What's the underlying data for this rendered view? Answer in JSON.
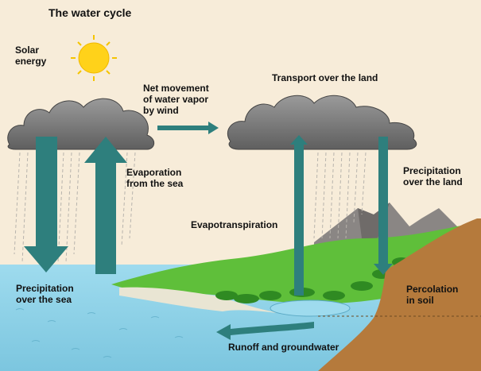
{
  "title": "The water cycle",
  "labels": {
    "solar_energy": [
      "Solar",
      "energy"
    ],
    "net_movement": [
      "Net movement",
      "of water vapor",
      "by wind"
    ],
    "transport_land": "Transport over the land",
    "evaporation_sea": [
      "Evaporation",
      "from the sea"
    ],
    "precip_land": [
      "Precipitation",
      "over the land"
    ],
    "evapotranspiration": "Evapotranspiration",
    "precip_sea": [
      "Precipitation",
      "over the sea"
    ],
    "percolation": [
      "Percolation",
      "in soil"
    ],
    "runoff": "Runoff and groundwater"
  },
  "colors": {
    "background": "#f7ecd9",
    "sea": "#8fd3e8",
    "arrow": "#2e7f7d",
    "cloud": "#7f7f7f",
    "grass": "#5fbf3a",
    "soil": "#b57a3c",
    "sun": "#ffd21a",
    "mountain": "#8a8684"
  }
}
